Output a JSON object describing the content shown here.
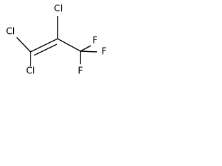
{
  "molecule": {
    "atoms": [
      {
        "id": "cl_top",
        "label": "Cl"
      },
      {
        "id": "cl_left",
        "label": "Cl"
      },
      {
        "id": "cl_bottom",
        "label": "Cl"
      },
      {
        "id": "f_upper",
        "label": "F"
      },
      {
        "id": "f_right",
        "label": "F"
      },
      {
        "id": "f_lower",
        "label": "F"
      }
    ]
  }
}
